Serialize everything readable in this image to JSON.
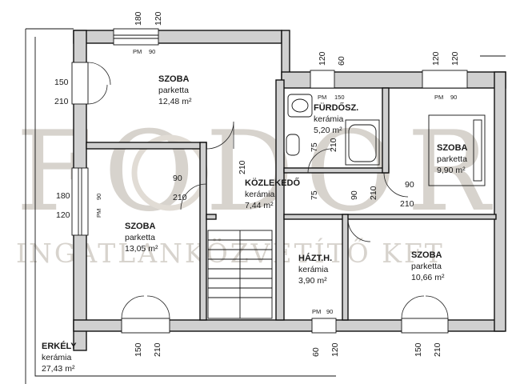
{
  "rooms": [
    {
      "id": "szoba1",
      "name": "SZOBA",
      "floor": "parketta",
      "area": "12,48 m²"
    },
    {
      "id": "furdo",
      "name": "FÜRDŐSZ.",
      "floor": "kerámia",
      "area": "5,20 m²"
    },
    {
      "id": "szoba2",
      "name": "SZOBA",
      "floor": "parketta",
      "area": "9,90 m²"
    },
    {
      "id": "kozl",
      "name": "KÖZLEKEDŐ",
      "floor": "kerámia",
      "area": "7,44 m²"
    },
    {
      "id": "szoba3",
      "name": "SZOBA",
      "floor": "parketta",
      "area": "13,05 m²"
    },
    {
      "id": "haztart",
      "name": "HÁZT.H.",
      "floor": "kerámia",
      "area": "3,90 m²"
    },
    {
      "id": "szoba4",
      "name": "SZOBA",
      "floor": "parketta",
      "area": "10,66 m²"
    },
    {
      "id": "erkely",
      "name": "ERKÉLY",
      "floor": "kerámia",
      "area": "27,43 m²"
    }
  ],
  "window_dims": {
    "top_window_w": "180",
    "top_window_h": "120",
    "left_door_w": "150",
    "left_door_h": "210",
    "furdo_window_w": "120",
    "furdo_window_h": "60",
    "szoba2_window_w": "120",
    "szoba2_window_h": "120",
    "furdo_door_w": "75",
    "furdo_door_h": "210",
    "szoba3_door_w": "90",
    "szoba3_door_h": "210",
    "kozl_door_h": "210",
    "left_window_w": "180",
    "left_window_h": "120",
    "haztart_door_w": "75",
    "haztart_door_h2": "90",
    "haztart_door_h": "210",
    "szoba4_door_w": "90",
    "szoba4_door_h": "210",
    "bottom_door_left_w": "150",
    "bottom_door_left_h": "210",
    "bottom_window_mid_w": "60",
    "bottom_window_mid_h": "120",
    "bottom_door_right_w": "150",
    "bottom_door_right_h": "210"
  },
  "sill_labels": {
    "top": {
      "pm": "PM",
      "h": "90"
    },
    "furdo": {
      "pm": "PM",
      "h": "150"
    },
    "szoba2": {
      "pm": "PM",
      "h": "90"
    },
    "left": {
      "pm": "PM",
      "h": "90"
    },
    "haztart": {
      "pm": "PM",
      "h": "90"
    }
  },
  "watermark": {
    "main": "FODOR",
    "sub": "INGATLANKÖZVETÍTŐ KFT"
  }
}
